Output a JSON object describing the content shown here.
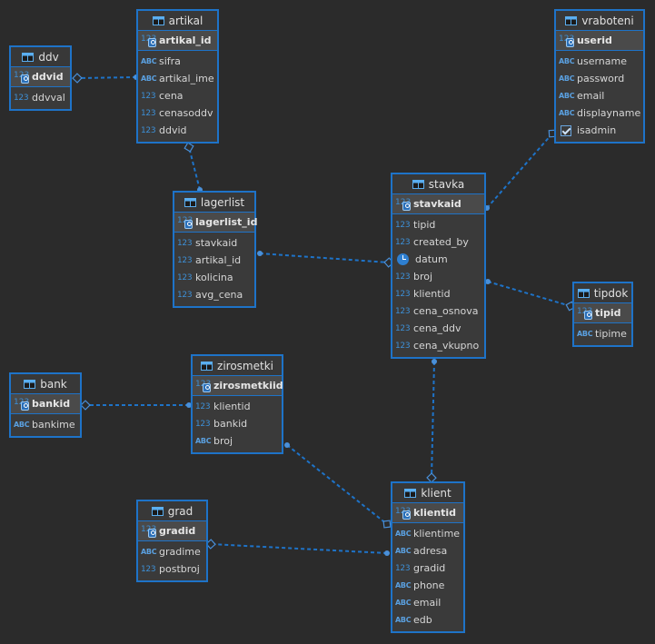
{
  "colors": {
    "background": "#2b2b2b",
    "entity_border": "#1e73c8",
    "link": "#1e73c8",
    "type_icon": "#3d8fd6"
  },
  "entities": [
    {
      "id": "artikal",
      "title": "artikal",
      "pk": "artikal_id",
      "columns": [
        {
          "name": "sifra",
          "type": "abc"
        },
        {
          "name": "artikal_ime",
          "type": "abc"
        },
        {
          "name": "cena",
          "type": "num"
        },
        {
          "name": "cenasoddv",
          "type": "num"
        },
        {
          "name": "ddvid",
          "type": "num"
        }
      ]
    },
    {
      "id": "ddv",
      "title": "ddv",
      "pk": "ddvid",
      "columns": [
        {
          "name": "ddvval",
          "type": "num"
        }
      ]
    },
    {
      "id": "vraboteni",
      "title": "vraboteni",
      "pk": "userid",
      "columns": [
        {
          "name": "username",
          "type": "abc"
        },
        {
          "name": "password",
          "type": "abc"
        },
        {
          "name": "email",
          "type": "abc"
        },
        {
          "name": "displayname",
          "type": "abc"
        },
        {
          "name": "isadmin",
          "type": "bool"
        }
      ]
    },
    {
      "id": "lagerlist",
      "title": "lagerlist",
      "pk": "lagerlist_id",
      "columns": [
        {
          "name": "stavkaid",
          "type": "num"
        },
        {
          "name": "artikal_id",
          "type": "num"
        },
        {
          "name": "kolicina",
          "type": "num"
        },
        {
          "name": "avg_cena",
          "type": "num"
        }
      ]
    },
    {
      "id": "stavka",
      "title": "stavka",
      "pk": "stavkaid",
      "columns": [
        {
          "name": "tipid",
          "type": "num"
        },
        {
          "name": "created_by",
          "type": "num"
        },
        {
          "name": "datum",
          "type": "date"
        },
        {
          "name": "broj",
          "type": "num"
        },
        {
          "name": "klientid",
          "type": "num"
        },
        {
          "name": "cena_osnova",
          "type": "num"
        },
        {
          "name": "cena_ddv",
          "type": "num"
        },
        {
          "name": "cena_vkupno",
          "type": "num"
        }
      ]
    },
    {
      "id": "tipdok",
      "title": "tipdok",
      "pk": "tipid",
      "columns": [
        {
          "name": "tipime",
          "type": "abc"
        }
      ]
    },
    {
      "id": "bank",
      "title": "bank",
      "pk": "bankid",
      "columns": [
        {
          "name": "bankime",
          "type": "abc"
        }
      ]
    },
    {
      "id": "zirosmetki",
      "title": "zirosmetki",
      "pk": "zirosmetkiid",
      "columns": [
        {
          "name": "klientid",
          "type": "num"
        },
        {
          "name": "bankid",
          "type": "num"
        },
        {
          "name": "broj",
          "type": "abc"
        }
      ]
    },
    {
      "id": "grad",
      "title": "grad",
      "pk": "gradid",
      "columns": [
        {
          "name": "gradime",
          "type": "abc"
        },
        {
          "name": "postbroj",
          "type": "num"
        }
      ]
    },
    {
      "id": "klient",
      "title": "klient",
      "pk": "klientid",
      "columns": [
        {
          "name": "klientime",
          "type": "abc"
        },
        {
          "name": "adresa",
          "type": "abc"
        },
        {
          "name": "gradid",
          "type": "num"
        },
        {
          "name": "phone",
          "type": "abc"
        },
        {
          "name": "email",
          "type": "abc"
        },
        {
          "name": "edb",
          "type": "abc"
        }
      ]
    }
  ],
  "relationships": [
    {
      "from": "artikal",
      "to": "ddv"
    },
    {
      "from": "lagerlist",
      "to": "artikal"
    },
    {
      "from": "lagerlist",
      "to": "stavka"
    },
    {
      "from": "stavka",
      "to": "vraboteni"
    },
    {
      "from": "stavka",
      "to": "tipdok"
    },
    {
      "from": "stavka",
      "to": "klient"
    },
    {
      "from": "zirosmetki",
      "to": "bank"
    },
    {
      "from": "zirosmetki",
      "to": "klient"
    },
    {
      "from": "klient",
      "to": "grad"
    }
  ]
}
